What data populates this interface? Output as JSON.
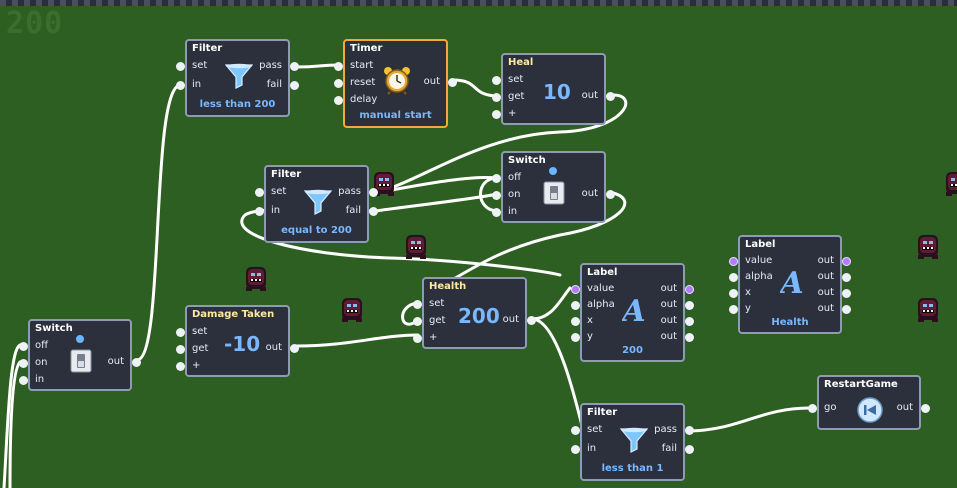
{
  "score_text": "200",
  "nodes": {
    "filter1": {
      "title": "Filter",
      "in_ports": [
        "set",
        "in"
      ],
      "out_ports": [
        "pass",
        "fail"
      ],
      "footer": "less than 200"
    },
    "timer": {
      "title": "Timer",
      "in_ports": [
        "start",
        "reset",
        "delay"
      ],
      "out_ports": [
        "out"
      ],
      "footer": "manual start"
    },
    "heal": {
      "title": "Heal",
      "in_ports": [
        "set",
        "get",
        "+"
      ],
      "out_ports": [
        "out"
      ],
      "value": "10"
    },
    "filter2": {
      "title": "Filter",
      "in_ports": [
        "set",
        "in"
      ],
      "out_ports": [
        "pass",
        "fail"
      ],
      "footer": "equal to 200"
    },
    "switch1": {
      "title": "Switch",
      "in_ports": [
        "off",
        "on",
        "in"
      ],
      "out_ports": [
        "out"
      ]
    },
    "label_top": {
      "title": "Label",
      "in_ports": [
        "value",
        "alpha",
        "x",
        "y"
      ],
      "out_ports": [
        "out",
        "out",
        "out",
        "out"
      ],
      "footer": "Health"
    },
    "switch2": {
      "title": "Switch",
      "in_ports": [
        "off",
        "on",
        "in"
      ],
      "out_ports": [
        "out"
      ]
    },
    "damage": {
      "title": "Damage Taken",
      "in_ports": [
        "set",
        "get",
        "+"
      ],
      "out_ports": [
        "out"
      ],
      "value": "-10"
    },
    "health": {
      "title": "Health",
      "in_ports": [
        "set",
        "get",
        "+"
      ],
      "out_ports": [
        "out"
      ],
      "value": "200"
    },
    "label2": {
      "title": "Label",
      "in_ports": [
        "value",
        "alpha",
        "x",
        "y"
      ],
      "out_ports": [
        "out",
        "out",
        "out",
        "out"
      ],
      "footer": "200"
    },
    "restart": {
      "title": "RestartGame",
      "in_ports": [
        "go"
      ],
      "out_ports": [
        "out"
      ]
    },
    "filter3": {
      "title": "Filter",
      "in_ports": [
        "set",
        "in"
      ],
      "out_ports": [
        "pass",
        "fail"
      ],
      "footer": "less than 1"
    }
  },
  "icons": {
    "filter": "funnel-icon",
    "timer": "alarm-clock-icon",
    "switch": "toggle-switch-icon",
    "label": "letter-a-icon",
    "restart": "rewind-icon",
    "enemy": "enemy-sprite-icon"
  },
  "colors": {
    "background": "#2e5f22",
    "node_bg": "#2b303c",
    "node_border": "#8e9bb4",
    "selected_border": "#f3a93b",
    "value_text": "#79b8ff",
    "wire": "#ffffff",
    "port_purple": "#b37ef5"
  }
}
